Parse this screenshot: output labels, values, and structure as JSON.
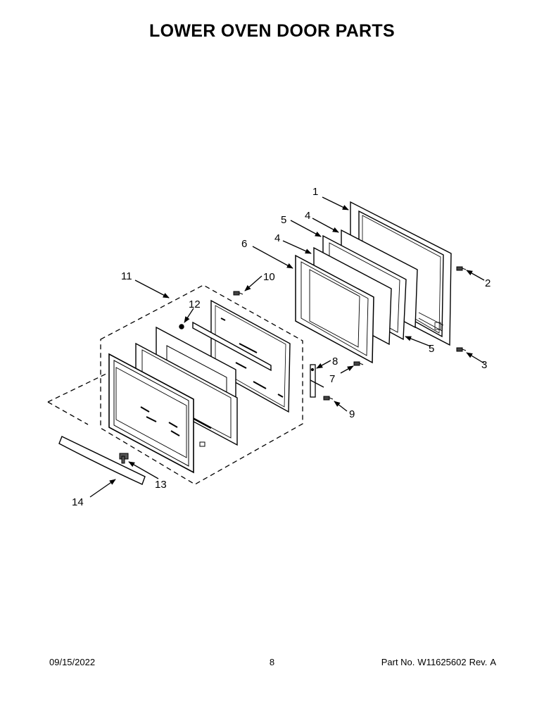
{
  "title": "LOWER OVEN DOOR PARTS",
  "callouts": {
    "c1": "1",
    "c2": "2",
    "c3": "3",
    "c4a": "4",
    "c4b": "4",
    "c5a": "5",
    "c5b": "5",
    "c6": "6",
    "c7": "7",
    "c8": "8",
    "c9": "9",
    "c10": "10",
    "c11": "11",
    "c12": "12",
    "c13": "13",
    "c14": "14"
  },
  "footer": {
    "date": "09/15/2022",
    "page": "8",
    "part_label": "Part No.",
    "part_number": "W11625602",
    "rev_label": "Rev.",
    "rev": "A"
  }
}
